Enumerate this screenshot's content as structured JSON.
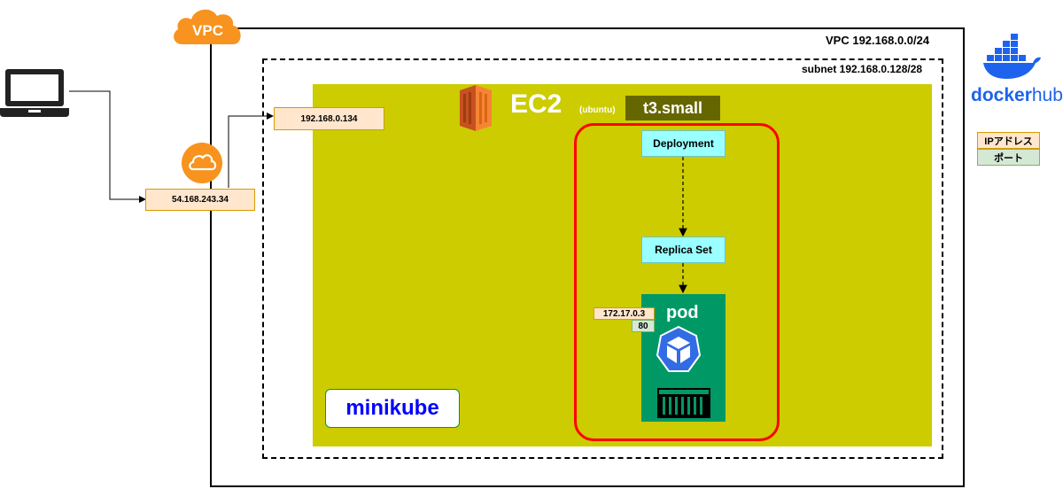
{
  "vpc": {
    "cloud_label": "VPC",
    "cidr_label": "VPC 192.168.0.0/24"
  },
  "subnet": {
    "label": "subnet  192.168.0.128/28"
  },
  "ec2": {
    "title": "EC2",
    "os_label": "(ubuntu)",
    "instance_type": "t3.small"
  },
  "ips": {
    "public": "54.168.243.34",
    "private": "192.168.0.134"
  },
  "k8s": {
    "deployment": "Deployment",
    "replicaset": "Replica Set",
    "pod_label": "pod",
    "pod_ip": "172.17.0.3",
    "pod_port": "80"
  },
  "minikube": {
    "label": "minikube"
  },
  "dockerhub": {
    "label_docker": "docker",
    "label_hub": "hub"
  },
  "legend": {
    "ip": "IPアドレス",
    "port": "ポート"
  },
  "colors": {
    "aws_orange": "#f7931e",
    "ec2_area": "#cccc00",
    "k8s_border": "#ff0000",
    "pod_bg": "#009966",
    "docker_blue": "#1d63ed",
    "ip_fill": "#ffe6cc",
    "port_fill": "#d5e8d4"
  }
}
